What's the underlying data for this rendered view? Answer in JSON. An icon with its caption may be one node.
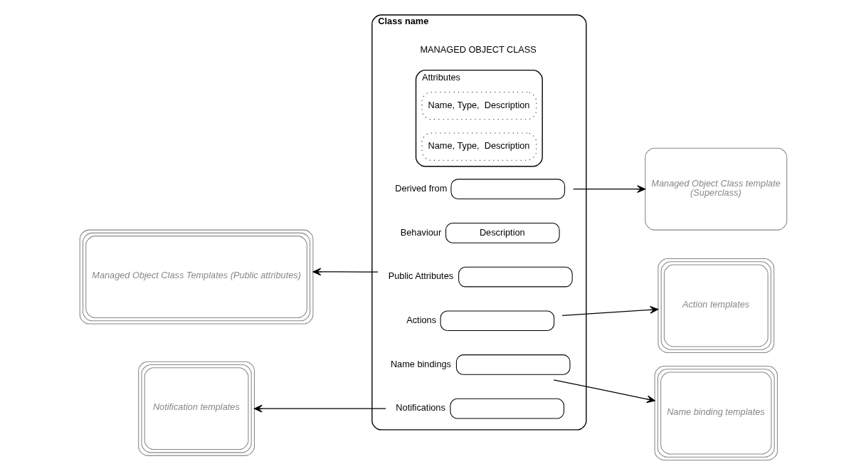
{
  "diagram": {
    "nodes": [
      {
        "text": [
          "Class name"
        ],
        "beside": [
          "MANAGED OBJECT CLASS"
        ]
      },
      {
        "text": [],
        "shape": "box",
        "in": 0,
        "beside": [
          "Derived from"
        ]
      },
      {
        "text": [
          "Description"
        ],
        "in": 0,
        "beside": [
          "Behaviour"
        ]
      },
      {
        "text": [],
        "shape": "box",
        "in": 0,
        "beside": [
          "Attributes"
        ]
      },
      {
        "text": [
          "Name, Type,  Description"
        ],
        "in": 3
      },
      {
        "text": [
          "Name, Type,  Description"
        ],
        "in": 3
      },
      {
        "text": [],
        "shape": "box",
        "in": 0,
        "beside": [
          "Public Attributes"
        ]
      },
      {
        "text": [],
        "shape": "box",
        "in": 0,
        "beside": [
          "Actions"
        ]
      },
      {
        "text": [],
        "shape": "box",
        "in": 0,
        "beside": [
          "Notifications"
        ]
      },
      {
        "text": [],
        "shape": "box",
        "in": 0,
        "beside": [
          "Name bindings"
        ]
      },
      {
        "text": [
          "Managed Object Class template",
          "(Superclass)"
        ]
      },
      {
        "text": [
          "Managed Object Class Templates (Public attributes)"
        ]
      },
      {
        "text": [
          "Notification templates"
        ]
      },
      {
        "text": [
          "Action templates"
        ]
      },
      {
        "text": [
          "Name binding templates"
        ]
      }
    ],
    "edges": [
      {
        "from": 1,
        "to": 10,
        "arrow": "to"
      },
      {
        "from": 6,
        "to": 11,
        "arrow": "to"
      },
      {
        "from": 7,
        "to": 13,
        "arrow": "to"
      },
      {
        "from": 8,
        "to": 12,
        "arrow": "to"
      },
      {
        "from": 9,
        "to": 14,
        "arrow": "to"
      }
    ]
  }
}
